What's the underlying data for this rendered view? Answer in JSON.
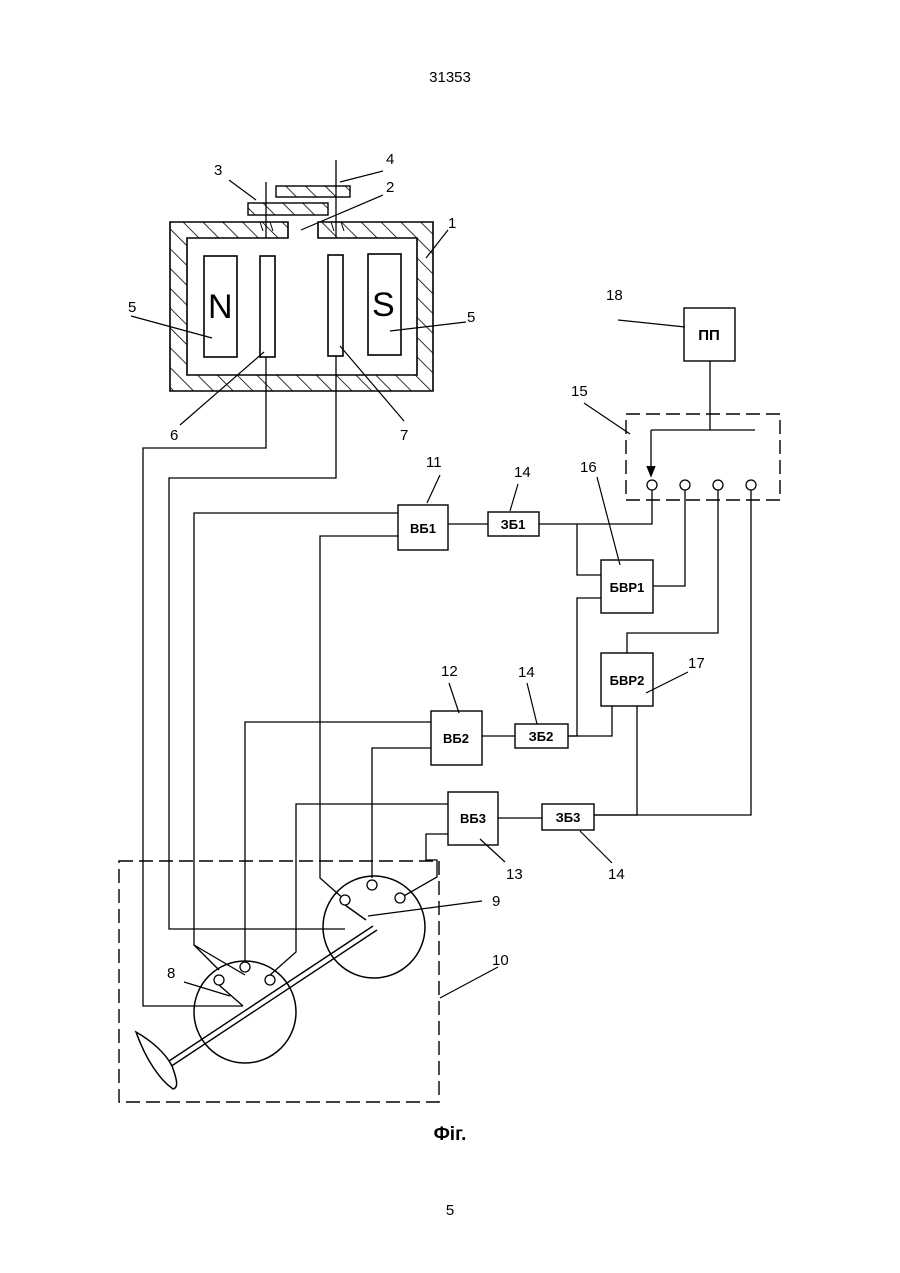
{
  "header": {
    "doc_number": "31353"
  },
  "figure": {
    "caption": "Фіг.",
    "poles": {
      "north": "N",
      "south": "S"
    },
    "blocks": {
      "vb1": "ВБ1",
      "vb2": "ВБ2",
      "vb3": "ВБ3",
      "zb1": "ЗБ1",
      "zb2": "ЗБ2",
      "zb3": "ЗБ3",
      "bvr1": "БВР1",
      "bvr2": "БВР2",
      "pp": "ПП"
    },
    "labels": {
      "l1": "1",
      "l2": "2",
      "l3": "3",
      "l4": "4",
      "l5a": "5",
      "l5b": "5",
      "l6": "6",
      "l7": "7",
      "l8": "8",
      "l9": "9",
      "l10": "10",
      "l11": "11",
      "l12": "12",
      "l13": "13",
      "l14a": "14",
      "l14b": "14",
      "l14c": "14",
      "l15": "15",
      "l16": "16",
      "l17": "17",
      "l18": "18"
    }
  },
  "footer": {
    "page_number": "5"
  }
}
